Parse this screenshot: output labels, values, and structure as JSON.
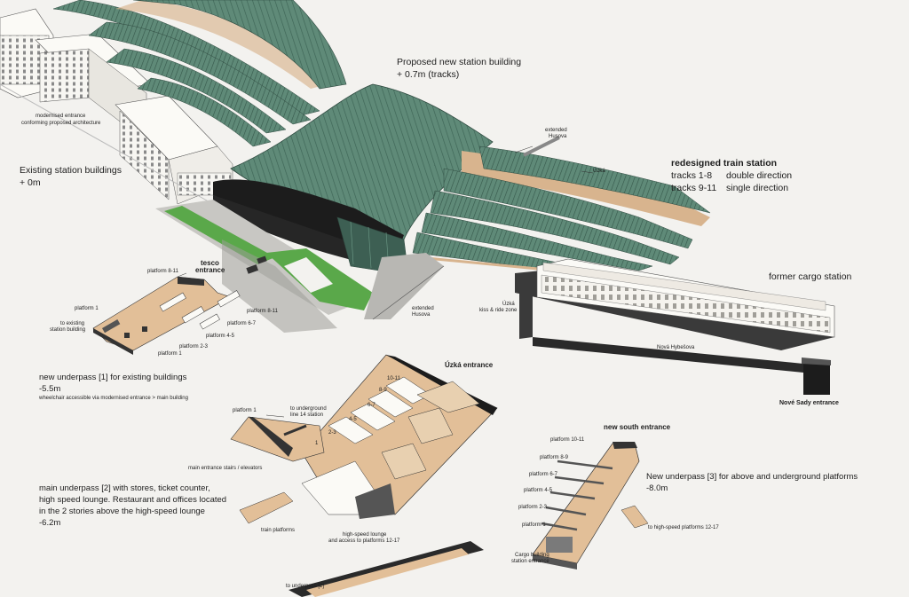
{
  "labels": {
    "proposed_title": "Proposed new station building",
    "proposed_level": "+ 0.7m (tracks)",
    "modernised_entrance_1": "modernised entrance",
    "modernised_entrance_2": "conforming proposed architecture",
    "existing_title": "Existing station buildings",
    "existing_level": "+ 0m",
    "extended_husova_top_1": "extended",
    "extended_husova_top_2": "Husova",
    "uzka_top": "Úzká",
    "redesigned_title": "redesigned train station",
    "tracks_1_8": "tracks 1-8",
    "tracks_1_8_dir": "double direction",
    "tracks_9_11": "tracks 9-11",
    "tracks_9_11_dir": "single direction",
    "former_cargo": "former cargo station",
    "nove_hybesova": "Nová Hybešova",
    "nove_sady_entrance": "Nové Sady entrance",
    "extended_husova_mid_1": "extended",
    "extended_husova_mid_2": "Husova",
    "uzka_kiss_1": "Úzká",
    "uzka_kiss_2": "kiss & ride zone",
    "tesco_1": "tesco",
    "tesco_2": "entrance"
  },
  "underpass1": {
    "platform_8_11_a": "platform 8-11",
    "platform_8_11_b": "platform 8-11",
    "platform_6_7": "platform 6-7",
    "platform_4_5": "platform 4-5",
    "platform_2_3": "platform 2-3",
    "platform_1a": "platform 1",
    "platform_1b": "platform 1",
    "to_existing_1": "to existing",
    "to_existing_2": "station building",
    "title": "new underpass [1] for existing buildings",
    "depth": "-5.5m",
    "note": "wheelchair accessible via modernised entrance > main building"
  },
  "underpass2": {
    "uzka_entrance": "Úzká entrance",
    "p10_11": "10-11",
    "p8_9": "8-9",
    "p6_7": "6-7",
    "p4_5": "4-5",
    "p2_3": "2-3",
    "p1": "1",
    "platform_1": "platform 1",
    "to_underground_1": "to underground",
    "to_underground_2": "line 14 station",
    "main_entrance_stairs": "main entrance stairs / elevators",
    "title_1": "main underpass [2] with stores, ticket counter,",
    "title_2": "high speed lounge. Restaurant and offices located",
    "title_3": "in the 2 stories above the high-speed lounge",
    "depth": "-6.2m",
    "train_platforms": "train platforms",
    "hs_lounge_1": "high-speed lounge",
    "hs_lounge_2": "and access to platforms 12-17",
    "to_underpass": "to underpass [2]"
  },
  "underpass3": {
    "new_south_entrance": "new south entrance",
    "platform_10_11": "platform 10-11",
    "platform_8_9": "platform 8-9",
    "platform_6_7": "platform 6-7",
    "platform_4_5": "platform 4-5",
    "platform_2_3": "platform 2-3",
    "platform_1": "platform 1",
    "title": "New underpass [3] for above and underground platforms",
    "depth": "-8.0m",
    "to_hs_platforms": "to high-speed platforms 12-17",
    "cargo_entrance_1": "Cargo building",
    "cargo_entrance_2": "station entrance"
  },
  "colors": {
    "background": "#f3f2ef",
    "roof_green": "#5f8a78",
    "roof_dark": "#2f4a40",
    "platform_tan": "#d8b48e",
    "building_white": "#fbfaf6",
    "dark_wall": "#1c1c1c",
    "lawn": "#5aa84a",
    "underpass_floor": "#e2bf98"
  }
}
